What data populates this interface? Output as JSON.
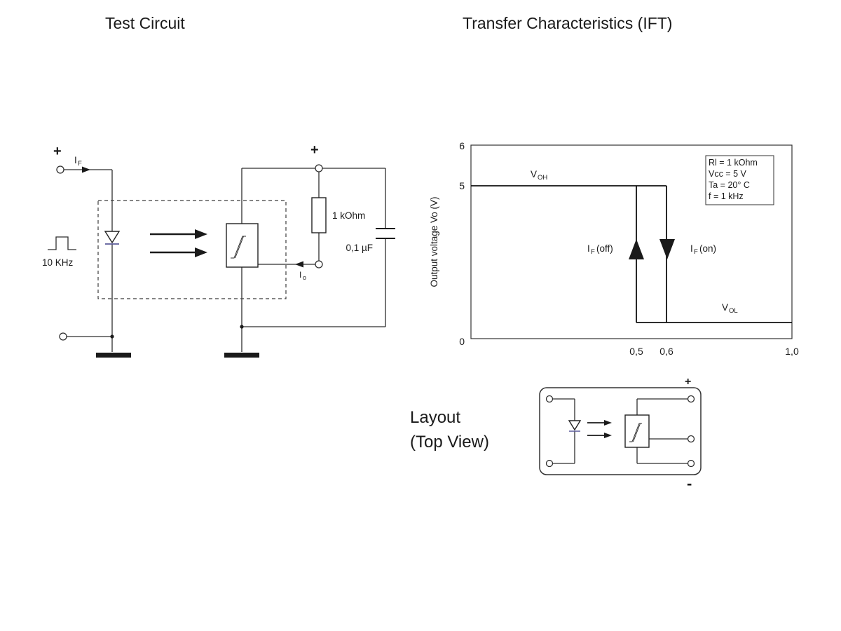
{
  "titles": {
    "test_circuit": "Test Circuit",
    "transfer": "Transfer Characteristics (IFT)"
  },
  "test_circuit": {
    "plus_input": "+",
    "plus_vcc": "+",
    "if_label": {
      "base": "I",
      "sub": "F"
    },
    "io_label": {
      "base": "I",
      "sub": "o"
    },
    "freq_label": "10 KHz",
    "resistor_label": "1 kOhm",
    "cap_label": "0,1 µF"
  },
  "graph": {
    "ylabel": "Output voltage  Vo (V)",
    "ytick_6": "6",
    "ytick_5": "5",
    "ytick_0": "0",
    "xtick_05": "0,5",
    "xtick_06": "0,6",
    "xtick_10": "1,0",
    "voh": {
      "base": "V",
      "sub": "OH"
    },
    "vol": {
      "base": "V",
      "sub": "OL"
    },
    "if_off": {
      "base": "I",
      "sub": "F",
      "rest": "(off)"
    },
    "if_on": {
      "base": "I",
      "sub": "F",
      "rest": "(on)"
    },
    "legend": [
      "Rl = 1 kOhm",
      "Vcc = 5 V",
      "Ta = 20° C",
      "f = 1 kHz"
    ]
  },
  "layout_view": {
    "title_line1": "Layout",
    "title_line2": "(Top View)",
    "plus": "+",
    "minus": "-"
  },
  "chart_data": {
    "type": "line",
    "title": "Transfer Characteristics (IFT)",
    "xlabel": "",
    "ylabel": "Output voltage Vo (V)",
    "xlim": [
      0,
      1.0
    ],
    "ylim": [
      0,
      6
    ],
    "xticks": [
      0,
      0.5,
      0.6,
      1.0
    ],
    "yticks": [
      0,
      5,
      6
    ],
    "series": [
      {
        "name": "IF increasing (IF on), switches at 0.6",
        "x": [
          0,
          0.6,
          0.6,
          1.0
        ],
        "y": [
          5,
          5,
          0.5,
          0.5
        ]
      },
      {
        "name": "IF decreasing (IF off), switches at 0.5",
        "x": [
          1.0,
          0.5,
          0.5,
          0
        ],
        "y": [
          0.5,
          0.5,
          5,
          5
        ]
      }
    ],
    "annotations": [
      "VOH at high level",
      "VOL at low level",
      "IF (off) up arrow at 0.5",
      "IF (on) down arrow at 0.6"
    ],
    "legend_position": "upper right",
    "legend": [
      "Rl = 1 kOhm",
      "Vcc = 5 V",
      "Ta = 20° C",
      "f = 1 kHz"
    ],
    "grid": false
  }
}
